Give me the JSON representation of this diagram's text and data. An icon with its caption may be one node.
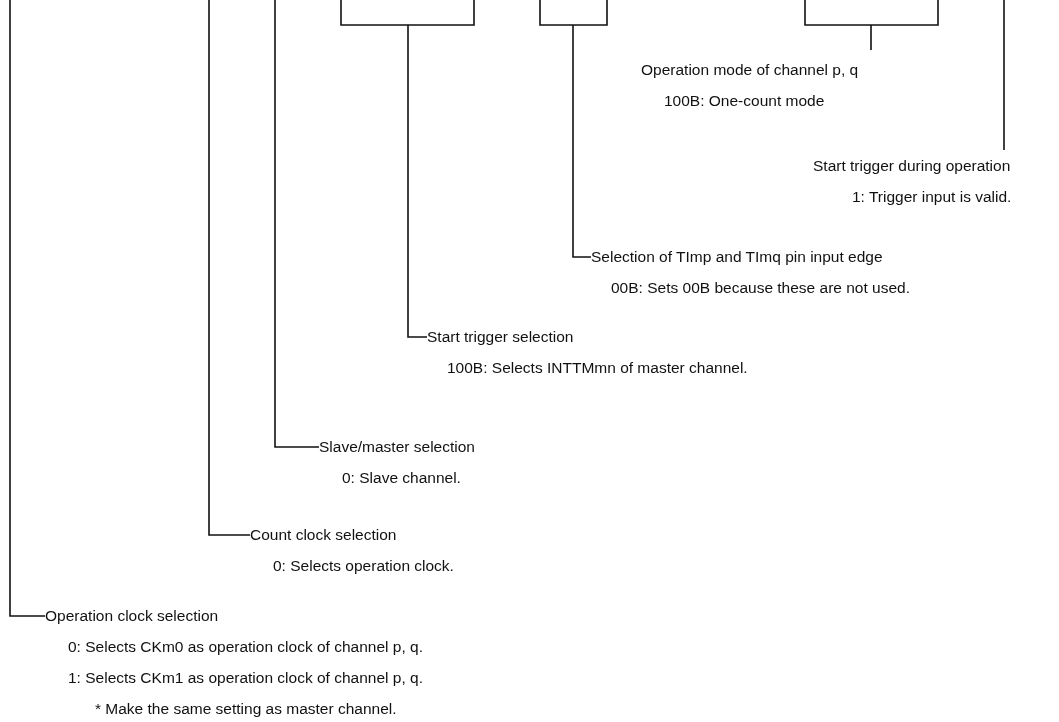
{
  "diagram": {
    "nodes": [
      {
        "text": [
          "Operation mode of channel p, q",
          "100B: One-count mode"
        ]
      },
      {
        "text": [
          "Start trigger during operation",
          "1: Trigger input is valid."
        ]
      },
      {
        "text": [
          "Selection of TImp and TImq pin input edge",
          "00B: Sets 00B because these are not used."
        ]
      },
      {
        "text": [
          "Start trigger selection",
          "100B: Selects INTTMmn of master channel."
        ]
      },
      {
        "text": [
          "Slave/master selection",
          "0: Slave channel."
        ]
      },
      {
        "text": [
          "Count clock selection",
          "0: Selects operation clock."
        ]
      },
      {
        "text": [
          "Operation clock selection",
          "0: Selects CKm0 as operation clock of channel p, q.",
          "1: Selects CKm1 as operation clock of channel p, q.",
          "* Make the same setting as master channel."
        ]
      }
    ],
    "edges": [
      {
        "from": null,
        "to": 0,
        "arrow": "none"
      },
      {
        "from": null,
        "to": 1,
        "arrow": "none"
      },
      {
        "from": null,
        "to": 2,
        "arrow": "none"
      },
      {
        "from": null,
        "to": 3,
        "arrow": "none"
      },
      {
        "from": null,
        "to": 4,
        "arrow": "none"
      },
      {
        "from": null,
        "to": 5,
        "arrow": "none"
      },
      {
        "from": null,
        "to": 6,
        "arrow": "none"
      }
    ]
  }
}
